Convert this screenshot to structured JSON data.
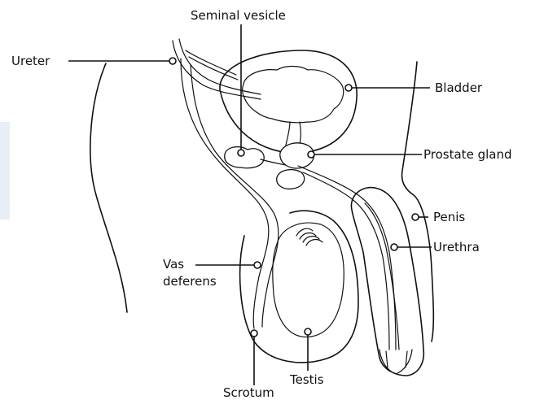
{
  "labels": {
    "seminal_vesicle": "Seminal vesicle",
    "ureter": "Ureter",
    "bladder": "Bladder",
    "prostate_gland": "Prostate gland",
    "penis": "Penis",
    "urethra": "Urethra",
    "vas_deferens_line1": "Vas",
    "vas_deferens_line2": "deferens",
    "testis": "Testis",
    "scrotum": "Scrotum"
  },
  "colors": {
    "line": "#111111",
    "background": "#ffffff"
  }
}
